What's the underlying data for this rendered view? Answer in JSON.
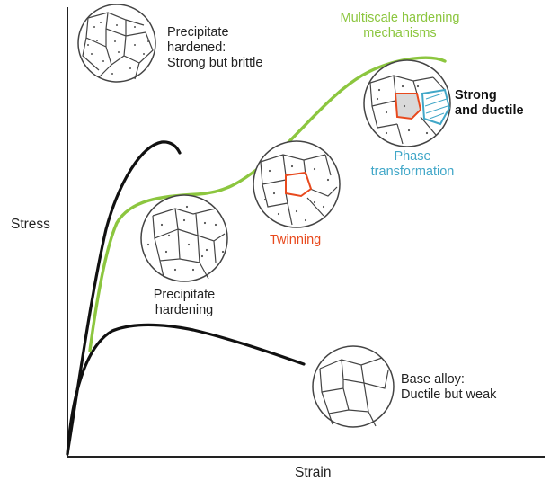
{
  "axes": {
    "x_label": "Strain",
    "y_label": "Stress"
  },
  "labels": {
    "precipitate_hardened": [
      "Precipitate",
      "hardened:",
      "Strong but brittle"
    ],
    "multiscale": [
      "Multiscale hardening",
      "mechanisms"
    ],
    "strong_ductile": [
      "Strong",
      "and ductile"
    ],
    "phase_transformation": [
      "Phase",
      "transformation"
    ],
    "twinning": "Twinning",
    "precipitate_hardening": [
      "Precipitate",
      "hardening"
    ],
    "base_alloy": [
      "Base alloy:",
      "Ductile but weak"
    ]
  },
  "colors": {
    "axis": "#222222",
    "curve_black": "#111111",
    "curve_green": "#8cc63f",
    "multiscale_text": "#8cc63f",
    "twinning": "#e8491d",
    "phase": "#41a7c8",
    "grain_lines": "#444444"
  }
}
